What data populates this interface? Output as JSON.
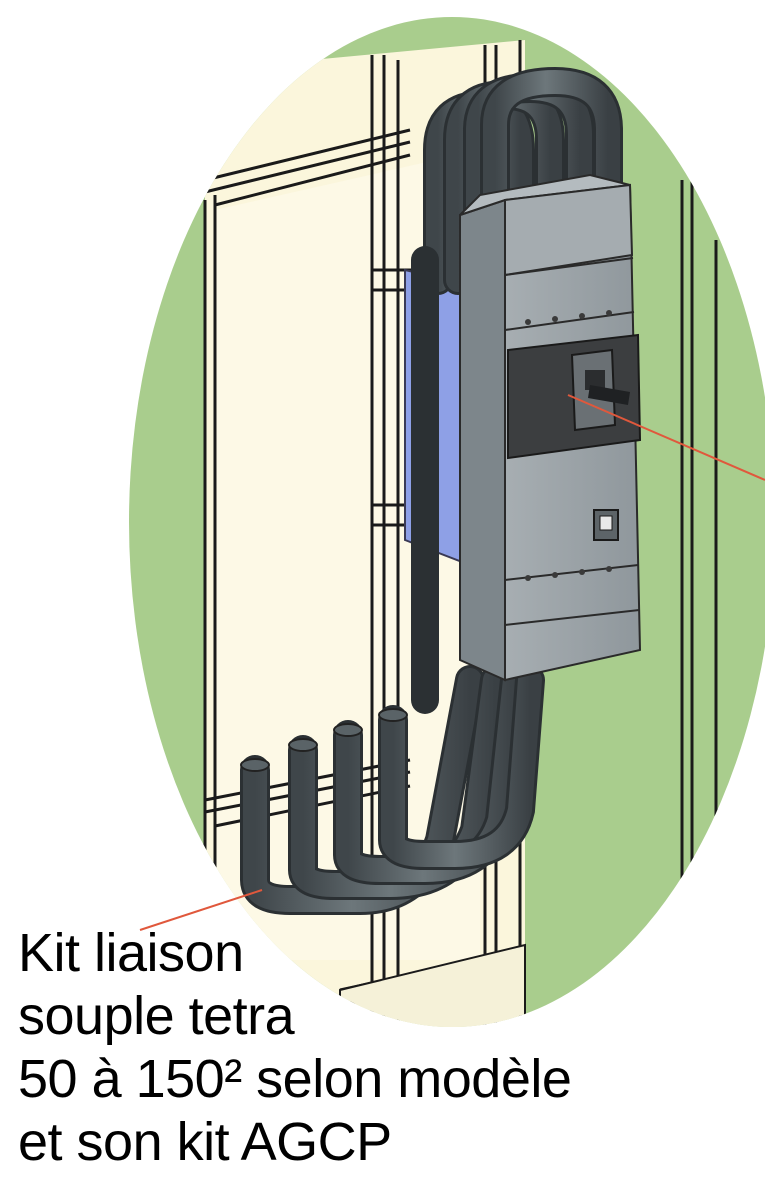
{
  "caption": {
    "lines": [
      "Kit liaison",
      "souple tetra",
      "50 à 150² selon modèle",
      "et son kit AGCP"
    ]
  },
  "colors": {
    "background_ellipse": "#a9cd8d",
    "panel_cream": "#fbf6dc",
    "frame_line": "#1a1a1a",
    "cable_dark": "#4d5559",
    "cable_light": "#7b8589",
    "breaker_body": "#9ea5a9",
    "breaker_shade": "#7d868b",
    "handle_panel": "#3c3e40",
    "blue_plate": "#8ea0e6",
    "leader_line": "#e0583c",
    "caption_text": "#000000"
  },
  "icons": {
    "main": "circuit-breaker-with-flexible-cables-illustration"
  }
}
